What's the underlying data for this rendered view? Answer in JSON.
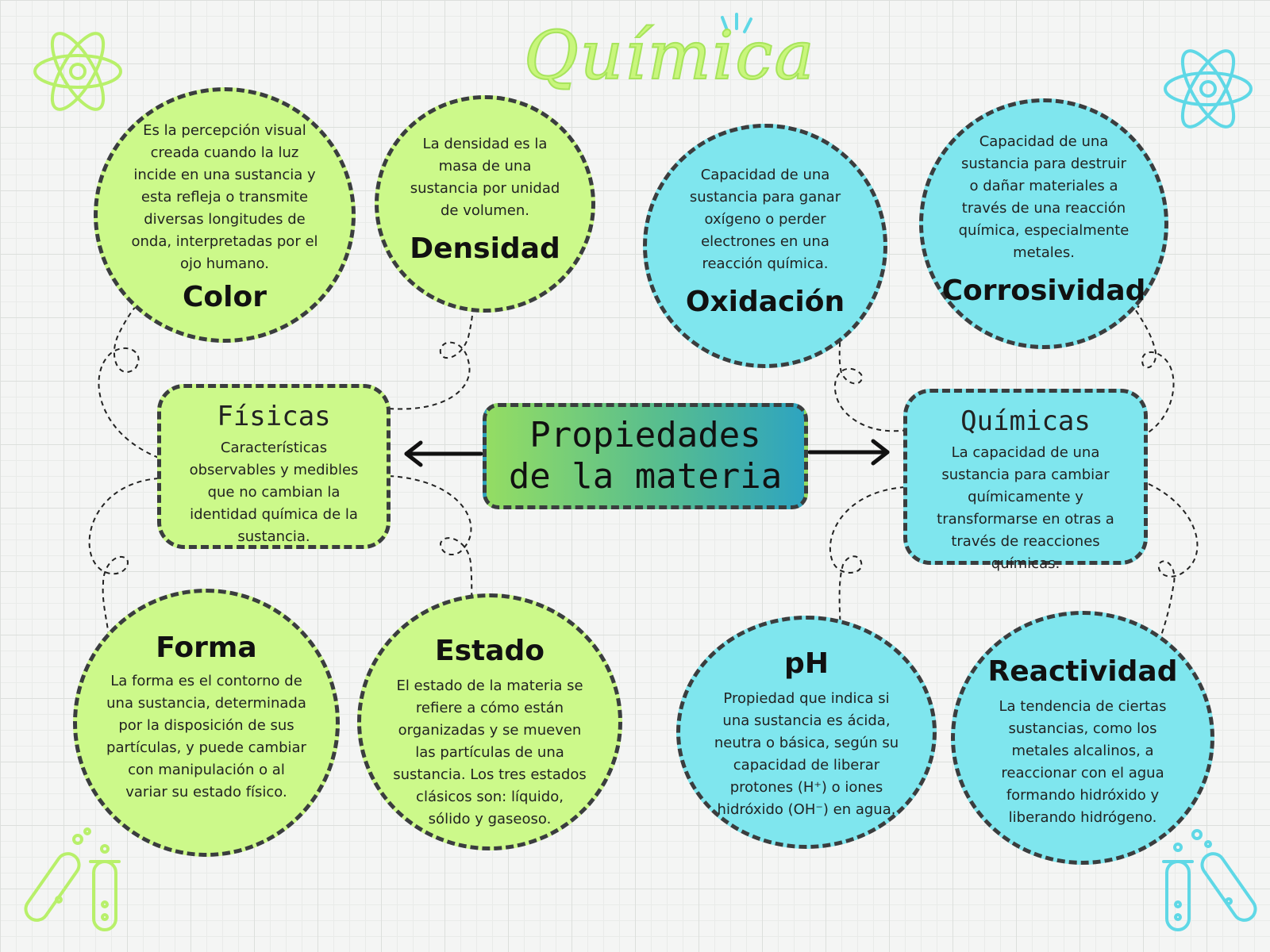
{
  "header": {
    "logo_text": "Química"
  },
  "center": {
    "title": "Propiedades\nde la materia"
  },
  "categories": {
    "fisicas": {
      "title": "Físicas",
      "description": "Características observables y medibles que no cambian la identidad química de la sustancia."
    },
    "quimicas": {
      "title": "Químicas",
      "description": "La capacidad de una sustancia para cambiar químicamente y transformarse en otras a través de reacciones químicas."
    }
  },
  "properties": {
    "color": {
      "title": "Color",
      "description": "Es la percepción visual creada cuando la luz incide en una sustancia y esta refleja o transmite diversas longitudes de onda, interpretadas por el ojo humano."
    },
    "densidad": {
      "title": "Densidad",
      "description": "La densidad es la masa de una sustancia por unidad de volumen."
    },
    "forma": {
      "title": "Forma",
      "description": "La forma es el contorno de una sustancia, determinada por la disposición de sus partículas, y puede cambiar con manipulación o al variar su estado físico."
    },
    "estado": {
      "title": "Estado",
      "description": "El estado de la materia se refiere a cómo están organizadas y se mueven las partículas de una sustancia. Los tres estados clásicos son: líquido, sólido y gaseoso."
    },
    "oxidacion": {
      "title": "Oxidación",
      "description": "Capacidad de una sustancia para ganar oxígeno o perder electrones en una reacción química."
    },
    "corrosividad": {
      "title": "Corrosividad",
      "description": "Capacidad de una sustancia para destruir o dañar materiales a través de una reacción química, especialmente metales."
    },
    "ph": {
      "title": "pH",
      "description": "Propiedad que indica si una sustancia es ácida, neutra o básica, según su capacidad de liberar protones (H⁺) o iones hidróxido (OH⁻) en agua."
    },
    "reactividad": {
      "title": "Reactividad",
      "description": "La tendencia de ciertas sustancias, como los metales alcalinos, a reaccionar con el agua formando hidróxido y liberando hidrógeno."
    }
  },
  "colors": {
    "green_fill": "#ccf98a",
    "cyan_fill": "#7fe6ee",
    "border": "#3a3d3e",
    "deco_green": "#b8f06a",
    "deco_cyan": "#5fd8e6"
  },
  "icons": [
    "atom-icon",
    "test-tube-icon",
    "sparkle-icon"
  ]
}
